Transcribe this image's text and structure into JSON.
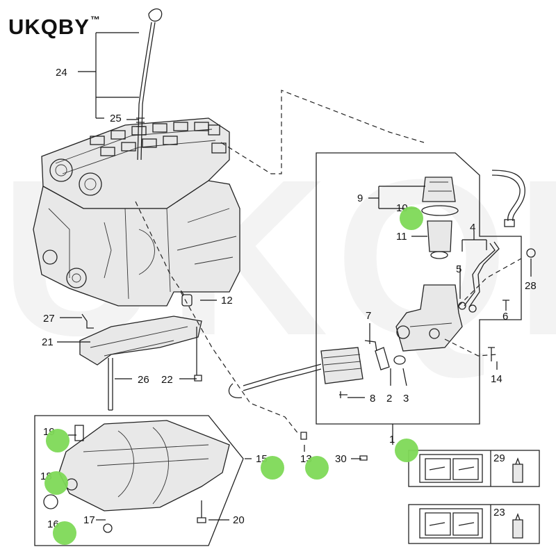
{
  "brand": {
    "text": "UKQBY",
    "mark": "™"
  },
  "watermark": "UKQBY™",
  "callouts": {
    "c1": "1",
    "c2": "2",
    "c3": "3",
    "c4": "4",
    "c5": "5",
    "c6": "6",
    "c7": "7",
    "c8": "8",
    "c9": "9",
    "c10": "10",
    "c11": "11",
    "c12": "12",
    "c13": "13",
    "c14": "14",
    "c15": "15",
    "c16": "16",
    "c17": "17",
    "c18": "18",
    "c19": "19",
    "c20": "20",
    "c21": "21",
    "c22": "22",
    "c23": "23",
    "c24": "24",
    "c25": "25",
    "c26": "26",
    "c27": "27",
    "c28": "28",
    "c29": "29",
    "c30": "30"
  },
  "icons": {
    "manual": "open-book-wrench-icon",
    "sealant": "sealant-tube-icon",
    "highlight": "green-dot-marker"
  },
  "colors": {
    "highlight": "#7ed957",
    "line": "#222222",
    "watermark": "#f3f3f3"
  }
}
